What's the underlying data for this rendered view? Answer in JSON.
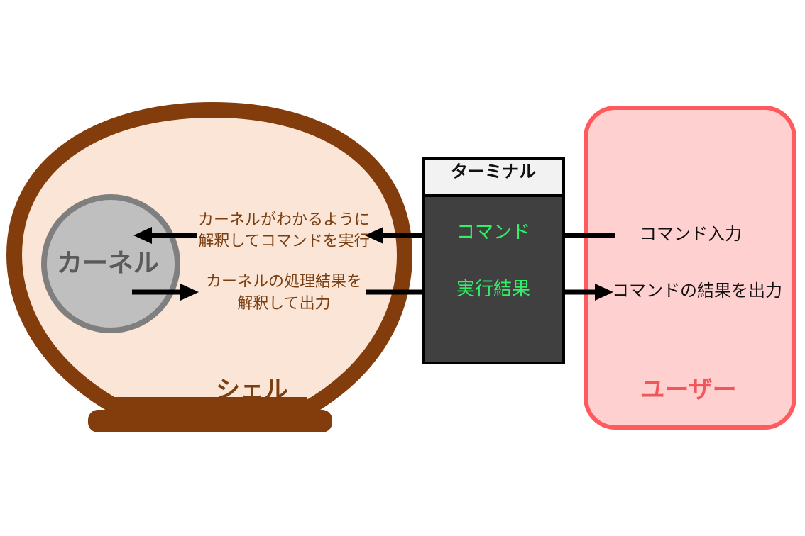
{
  "kernel": {
    "label": "カーネル"
  },
  "shell": {
    "label": "シェル",
    "to_kernel_line1": "カーネルがわかるように",
    "to_kernel_line2": "解釈してコマンドを実行",
    "from_kernel_line1": "カーネルの処理結果を",
    "from_kernel_line2": "解釈して出力"
  },
  "terminal": {
    "title": "ターミナル",
    "command": "コマンド",
    "result": "実行結果"
  },
  "user": {
    "label": "ユーザー",
    "input": "コマンド入力",
    "output": "コマンドの結果を出力"
  },
  "colors": {
    "shell_border": "#833c0c",
    "shell_fill": "#fbe5d6",
    "kernel_fill": "#bfbfbf",
    "kernel_border": "#7f7f7f",
    "terminal_fill": "#404040",
    "terminal_header": "#f2f2f2",
    "user_fill": "#ffd0d0",
    "user_border": "#ff5b5e",
    "terminal_text": "#33ee66"
  }
}
